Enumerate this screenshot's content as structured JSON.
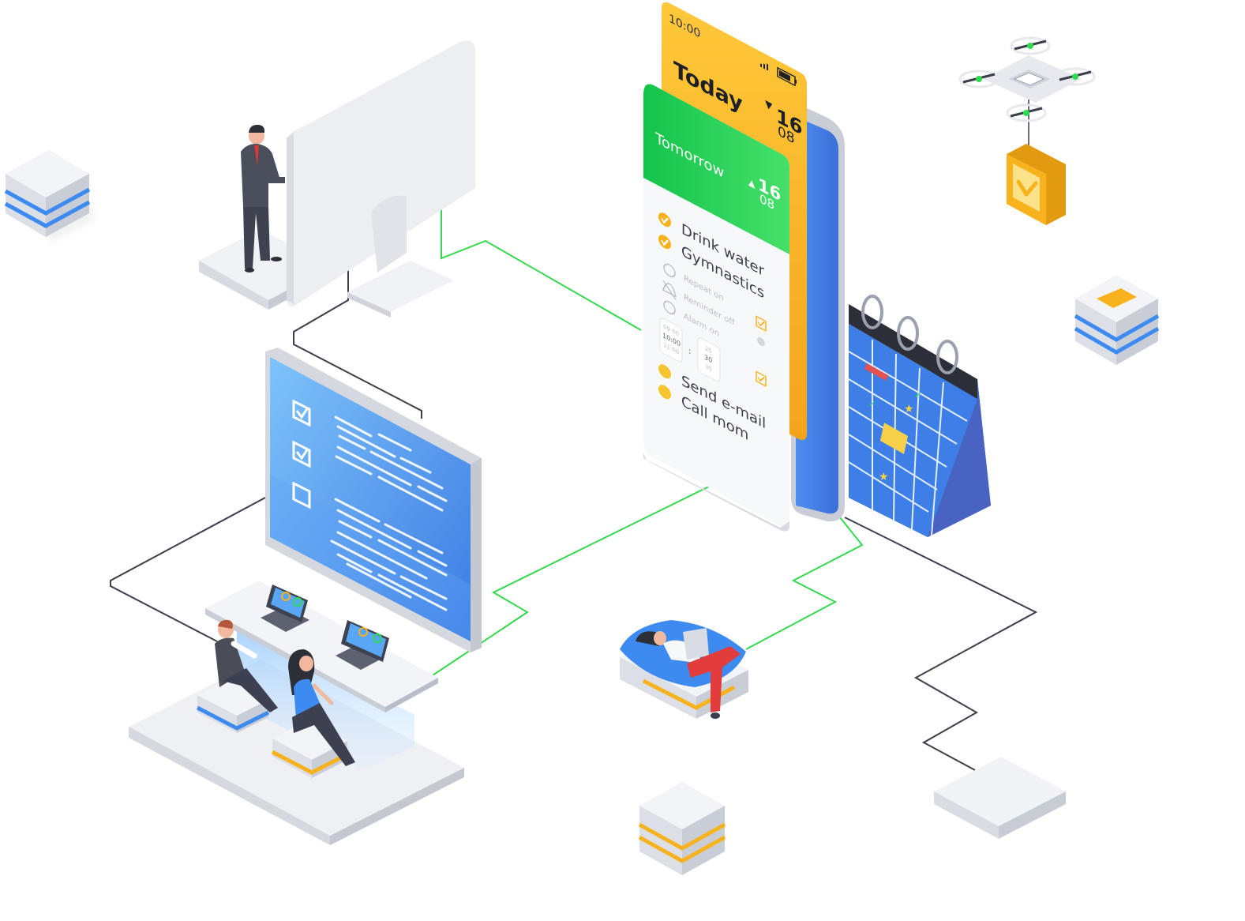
{
  "phone_today": {
    "time": "10:00",
    "title": "Today",
    "date_day": "16",
    "date_month": "08",
    "accent": "#F7B21D"
  },
  "phone_tomorrow": {
    "title": "Tomorrow",
    "date_day": "16",
    "date_month": "08",
    "accent": "#1FCB4B",
    "tasks": [
      {
        "label": "Drink water",
        "done": true
      },
      {
        "label": "Gymnastics",
        "done": true
      }
    ],
    "settings": [
      {
        "label": "Repeat on",
        "checked": true
      },
      {
        "label": "Reminder off",
        "checked": false
      },
      {
        "label": "Alarm on",
        "checked": true
      }
    ],
    "alarm_hours": [
      "09:00",
      "10:00",
      "11:00"
    ],
    "alarm_minutes": [
      "25",
      "30",
      "35"
    ],
    "todo": [
      {
        "label": "Send e-mail"
      },
      {
        "label": "Call mom"
      }
    ]
  },
  "board": {
    "items": [
      {
        "checked": true
      },
      {
        "checked": true
      },
      {
        "checked": false
      }
    ]
  },
  "colors": {
    "blue": "#3D7FE6",
    "green": "#2EDB4F",
    "yellow": "#F7B21D",
    "dark": "#3A3F4B",
    "light": "#EEF0F4"
  }
}
